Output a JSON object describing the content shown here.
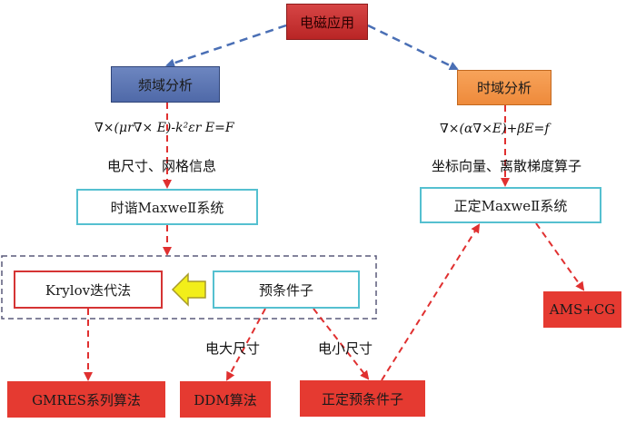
{
  "nodes": {
    "top": "电磁应用",
    "freq": "频域分析",
    "time": "时域分析",
    "harmonic": "时谐MaxweⅡ系统",
    "positive": "正定MaxweⅡ系统",
    "krylov": "Krylov迭代法",
    "precond": "预条件子",
    "gmres": "GMRES系列算法",
    "ddm": "DDM算法",
    "zp": "正定预条件子",
    "ams": "AMS+CG"
  },
  "equations": {
    "freq": "∇×(μr∇× E)-k²εr E=F",
    "time": "∇×(α∇×E)+βE=f"
  },
  "labels": {
    "freq_info": "电尺寸、网格信息",
    "time_info": "坐标向量、离散梯度算子",
    "large": "电大尺寸",
    "small": "电小尺寸"
  },
  "colors": {
    "red": "#e53a31",
    "blue": "#4f69a8",
    "orange": "#ee8a3b",
    "cyan_border": "#55c0d0",
    "dash_blue": "#4a6fb5",
    "dash_red": "#e03030",
    "arrow_fill": "#f2ee1a"
  },
  "icons": [
    "left-arrow-icon"
  ]
}
